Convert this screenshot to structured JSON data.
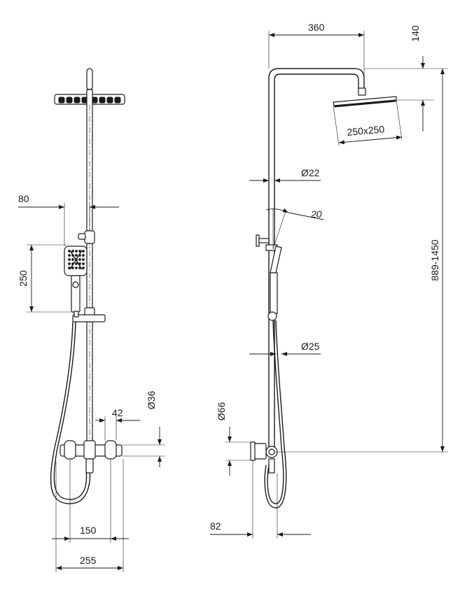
{
  "colors": {
    "line": "#1a1a1a",
    "background": "#ffffff"
  },
  "dimensions": {
    "front_width_hand_shower": "80",
    "front_height_hand_shower": "250",
    "front_diameter_inlet": "Ø36",
    "front_inlet_offset": "42",
    "front_inlet_spacing": "150",
    "front_total_width": "255",
    "side_arm_reach": "360",
    "side_head_height": "140",
    "side_head_size": "250x250",
    "side_pipe_diameter_top": "Ø22",
    "side_angle": "20",
    "side_height_range": "889-1450",
    "side_pipe_diameter_bottom": "Ø25",
    "side_diameter_mixer": "Ø66",
    "side_wall_offset": "82"
  }
}
